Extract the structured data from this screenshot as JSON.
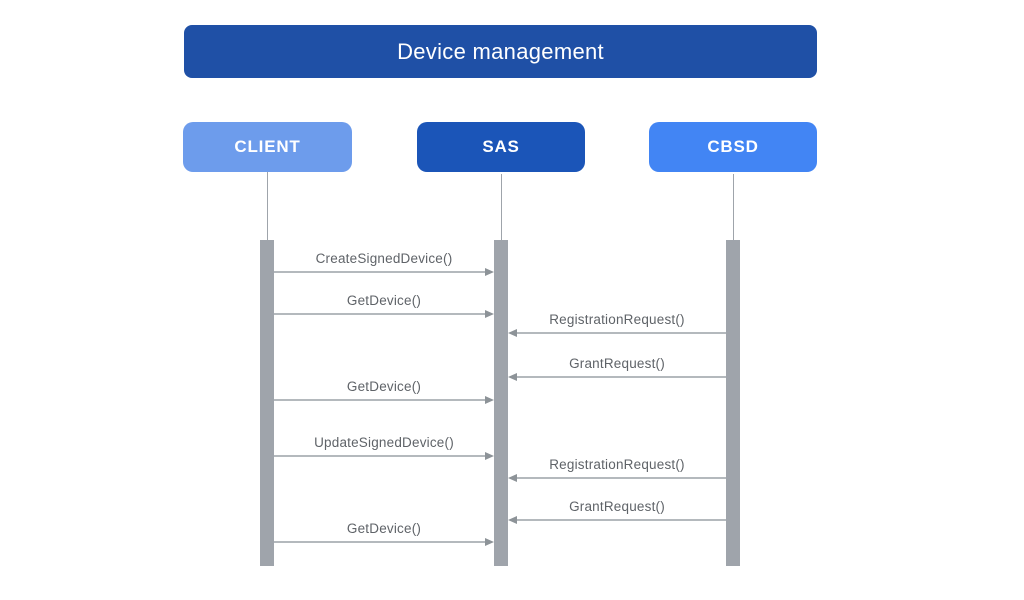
{
  "title": {
    "label": "Device management"
  },
  "actors": [
    {
      "id": "client",
      "label": "CLIENT",
      "color": "#6d9cec"
    },
    {
      "id": "sas",
      "label": "SAS",
      "color": "#1b55b8"
    },
    {
      "id": "cbsd",
      "label": "CBSD",
      "color": "#4285f4"
    }
  ],
  "messages": [
    {
      "label": "CreateSignedDevice()",
      "from": "client",
      "to": "sas"
    },
    {
      "label": "GetDevice()",
      "from": "client",
      "to": "sas"
    },
    {
      "label": "RegistrationRequest()",
      "from": "cbsd",
      "to": "sas"
    },
    {
      "label": "GrantRequest()",
      "from": "cbsd",
      "to": "sas"
    },
    {
      "label": "GetDevice()",
      "from": "client",
      "to": "sas"
    },
    {
      "label": "UpdateSignedDevice()",
      "from": "client",
      "to": "sas"
    },
    {
      "label": "RegistrationRequest()",
      "from": "cbsd",
      "to": "sas"
    },
    {
      "label": "GrantRequest()",
      "from": "cbsd",
      "to": "sas"
    },
    {
      "label": "GetDevice()",
      "from": "client",
      "to": "sas"
    }
  ],
  "colors": {
    "title_bg": "#1f50a6",
    "activation_bar": "#9fa4ab",
    "lifeline": "#9fa4ab",
    "arrow_line": "#b4b9bd",
    "arrow_head": "#8d9398",
    "label_text": "#5f6368"
  }
}
